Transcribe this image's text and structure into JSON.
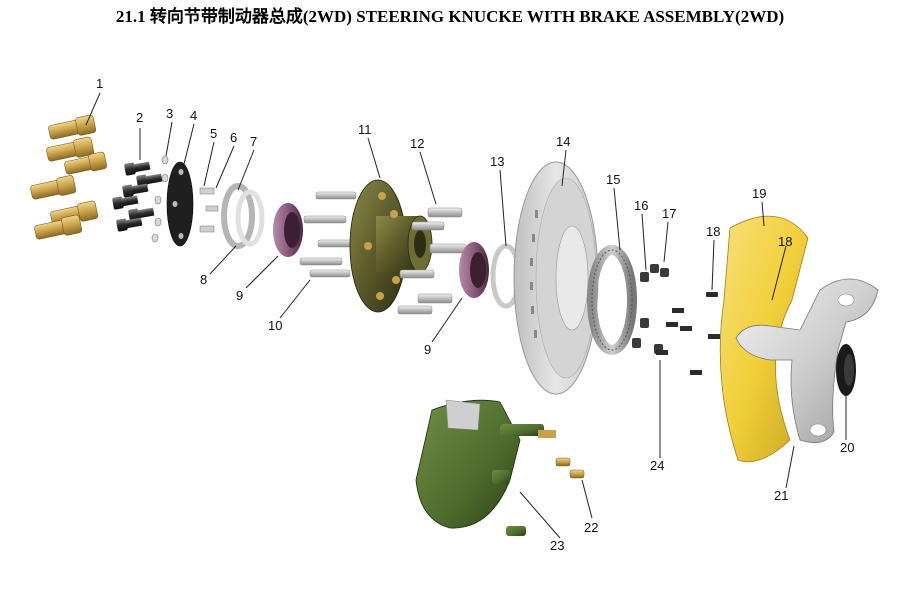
{
  "title": "21.1  转向节带制动器总成(2WD) STEERING KNUCKE WITH BRAKE ASSEMBLY(2WD)",
  "colors": {
    "brass": "#c9a14a",
    "bolt_dark": "#2b2b2b",
    "disc_gray": "#d9d9d9",
    "bearing_purple": "#8a5a7e",
    "hub_olive": "#5a5a2a",
    "caliper_green": "#4d6b2c",
    "shield_yellow": "#f2cf3a",
    "knuckle_gray": "#cfcfcf",
    "seal_black": "#1a1a1a"
  },
  "callouts": [
    {
      "id": "1",
      "text": "1"
    },
    {
      "id": "2",
      "text": "2"
    },
    {
      "id": "3",
      "text": "3"
    },
    {
      "id": "4",
      "text": "4"
    },
    {
      "id": "5",
      "text": "5"
    },
    {
      "id": "6",
      "text": "6"
    },
    {
      "id": "7",
      "text": "7"
    },
    {
      "id": "8",
      "text": "8"
    },
    {
      "id": "9a",
      "text": "9"
    },
    {
      "id": "9b",
      "text": "9"
    },
    {
      "id": "10",
      "text": "10"
    },
    {
      "id": "11",
      "text": "11"
    },
    {
      "id": "12",
      "text": "12"
    },
    {
      "id": "13",
      "text": "13"
    },
    {
      "id": "14",
      "text": "14"
    },
    {
      "id": "15",
      "text": "15"
    },
    {
      "id": "16",
      "text": "16"
    },
    {
      "id": "17",
      "text": "17"
    },
    {
      "id": "18a",
      "text": "18"
    },
    {
      "id": "18b",
      "text": "18"
    },
    {
      "id": "19",
      "text": "19"
    },
    {
      "id": "20",
      "text": "20"
    },
    {
      "id": "21",
      "text": "21"
    },
    {
      "id": "22",
      "text": "22"
    },
    {
      "id": "23",
      "text": "23"
    },
    {
      "id": "24",
      "text": "24"
    }
  ]
}
